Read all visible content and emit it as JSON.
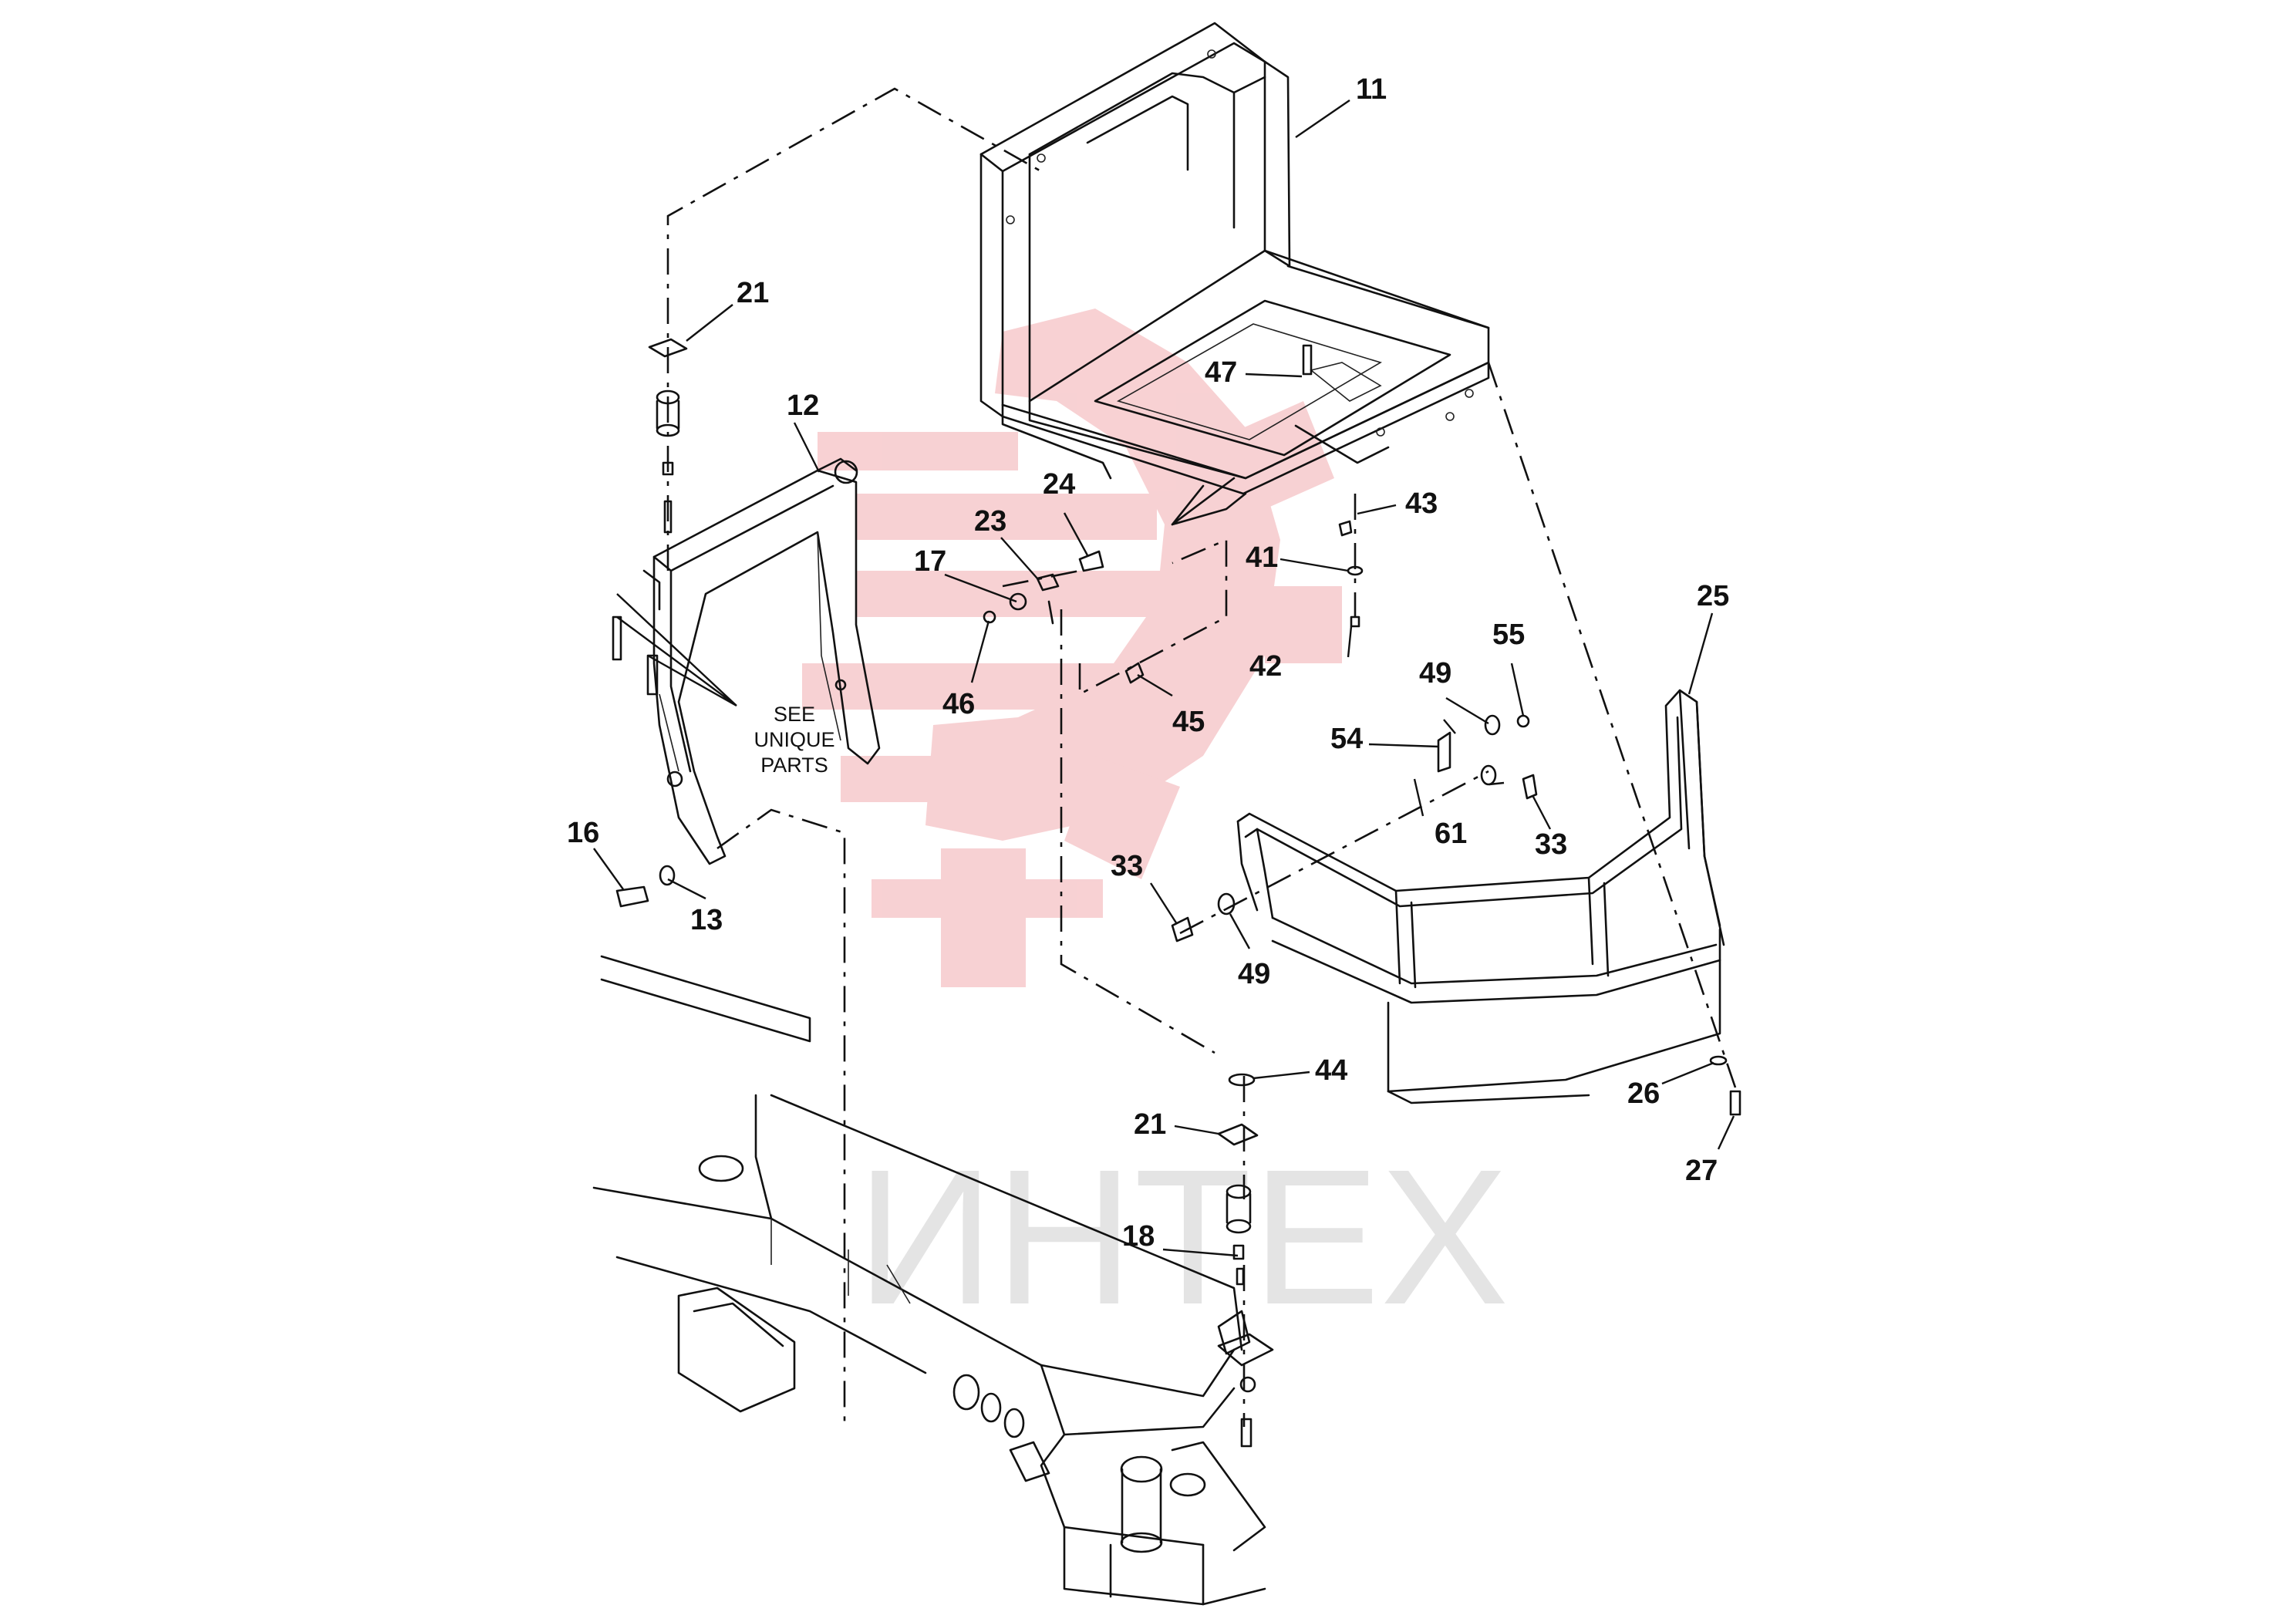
{
  "diagram": {
    "watermark": {
      "text": "ИНТЕХ",
      "logo_color": "#f3b3b6",
      "text_color": "#cfcfcf"
    },
    "line_color": "#111111",
    "note": {
      "line1": "SEE",
      "line2": "UNIQUE",
      "line3": "PARTS"
    },
    "callouts": {
      "c11": "11",
      "c12": "12",
      "c13": "13",
      "c16": "16",
      "c17": "17",
      "c18": "18",
      "c21_top": "21",
      "c21_bottom": "21",
      "c23": "23",
      "c24": "24",
      "c25": "25",
      "c26": "26",
      "c27": "27",
      "c33_left": "33",
      "c33_right": "33",
      "c41": "41",
      "c42": "42",
      "c43": "43",
      "c44": "44",
      "c45": "45",
      "c46": "46",
      "c47": "47",
      "c49_upper": "49",
      "c49_lower": "49",
      "c54": "54",
      "c55": "55",
      "c61": "61"
    }
  }
}
